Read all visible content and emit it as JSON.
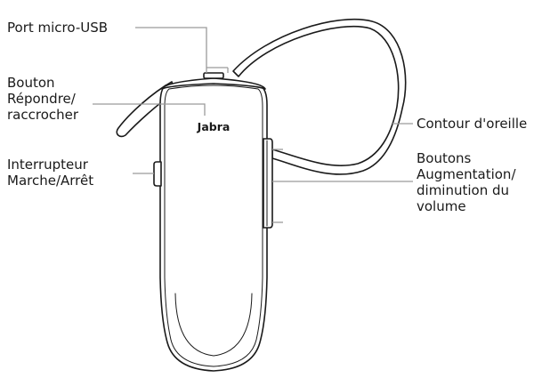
{
  "device": {
    "brand": "Jabra"
  },
  "labels": {
    "micro_usb": "Port micro-USB",
    "answer_end": [
      "Bouton",
      "Répondre/",
      "raccrocher"
    ],
    "ear_hook": "Contour d'oreille",
    "power_switch": [
      "Interrupteur",
      "Marche/Arrêt"
    ],
    "volume": [
      "Boutons",
      "Augmentation/",
      "diminution du",
      "volume"
    ]
  }
}
